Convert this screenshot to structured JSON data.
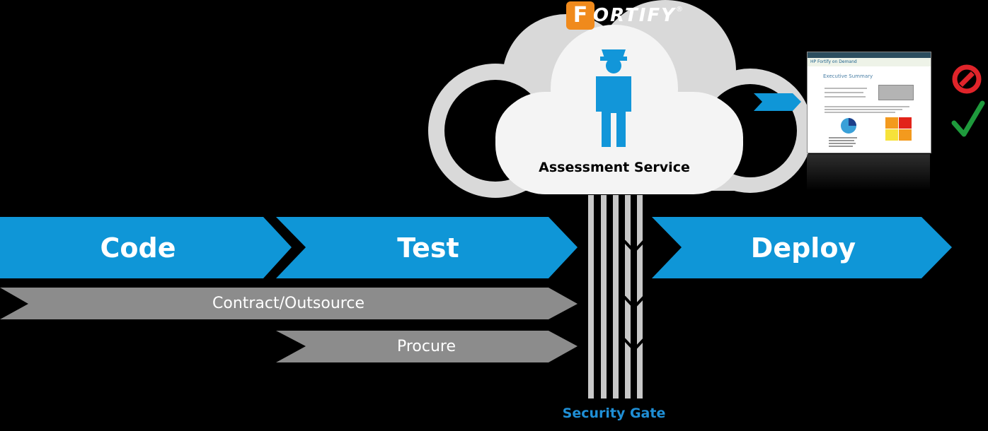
{
  "logo": {
    "mark": "F",
    "text": "ORTIFY",
    "trademark": "®"
  },
  "cloud": {
    "label": "Assessment Service"
  },
  "phases": [
    {
      "id": "code",
      "label": "Code"
    },
    {
      "id": "test",
      "label": "Test"
    },
    {
      "id": "deploy",
      "label": "Deploy"
    }
  ],
  "tracks": [
    {
      "id": "contract",
      "label": "Contract/Outsource"
    },
    {
      "id": "procure",
      "label": "Procure"
    }
  ],
  "gate": {
    "label": "Security Gate"
  },
  "report": {
    "header": "HP Fortify on Demand",
    "title": "Executive Summary"
  },
  "status_icons": [
    "no-entry-icon",
    "checkmark-icon"
  ],
  "colors": {
    "phase_blue": "#0f96d7",
    "track_gray": "#8c8c8c",
    "cloud_gray": "#d9d9d9",
    "gate_blue": "#1f8fd6",
    "logo_orange": "#f08a1c",
    "stop_red": "#e0242a",
    "check_green": "#1e9a3c"
  }
}
